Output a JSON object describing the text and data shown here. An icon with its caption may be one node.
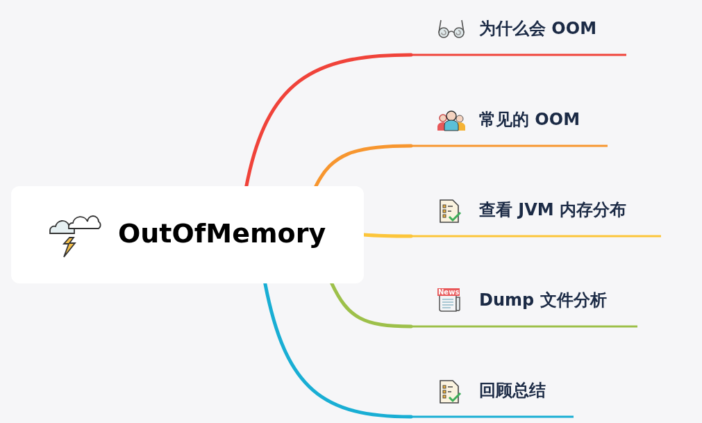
{
  "diagram": {
    "nodes": [
      {
        "text": [
          "OutOfMemory"
        ]
      },
      {
        "text": [
          "为什么会 OOM"
        ]
      },
      {
        "text": [
          "常见的 OOM"
        ]
      },
      {
        "text": [
          "查看 JVM 内存分布"
        ]
      },
      {
        "text": [
          "Dump 文件分析"
        ]
      },
      {
        "text": [
          "回顾总结"
        ]
      }
    ],
    "edges": [
      {
        "from": 0,
        "to": 1,
        "arrow": "none",
        "color": "#f0433a"
      },
      {
        "from": 0,
        "to": 2,
        "arrow": "none",
        "color": "#f7962f"
      },
      {
        "from": 0,
        "to": 3,
        "arrow": "none",
        "color": "#fcc53a"
      },
      {
        "from": 0,
        "to": 4,
        "arrow": "none",
        "color": "#9dc04a"
      },
      {
        "from": 0,
        "to": 5,
        "arrow": "none",
        "color": "#19aed4"
      }
    ],
    "labels": [
      "News"
    ]
  }
}
